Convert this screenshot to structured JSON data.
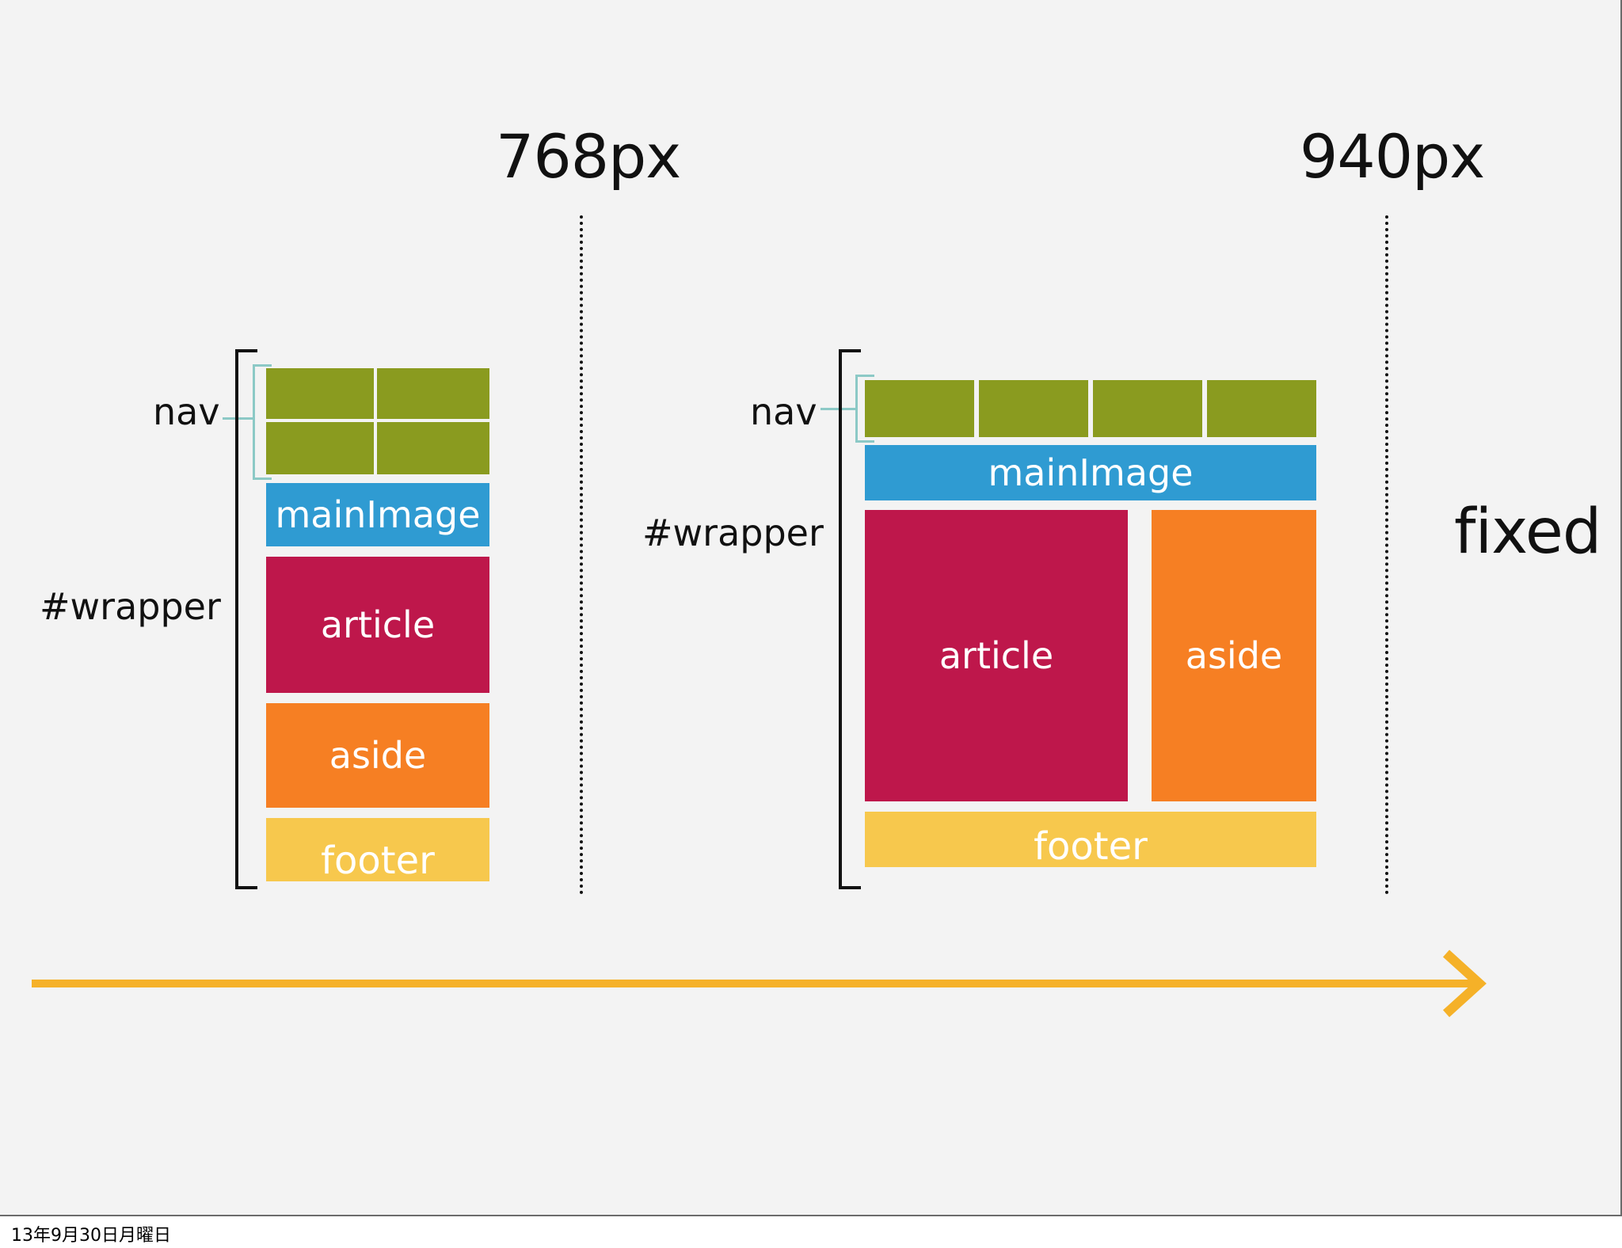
{
  "breakpoints": {
    "left_label": "768px",
    "right_label": "940px",
    "fixed_label": "fixed"
  },
  "layout_small": {
    "nav_label": "nav",
    "wrapper_label": "#wrapper",
    "main_image": "mainImage",
    "article": "article",
    "aside": "aside",
    "footer": "footer"
  },
  "layout_large": {
    "nav_label": "nav",
    "wrapper_label": "#wrapper",
    "main_image": "mainImage",
    "article": "article",
    "aside": "aside",
    "footer": "footer"
  },
  "colors": {
    "nav": "#8a9b1f",
    "main_image": "#2f9bd2",
    "article": "#be174b",
    "aside": "#f67f23",
    "footer": "#f7c84d",
    "arrow": "#f5b128",
    "nav_bracket": "#8cc9c6"
  },
  "footer_timestamp": "13年9月30日月曜日"
}
